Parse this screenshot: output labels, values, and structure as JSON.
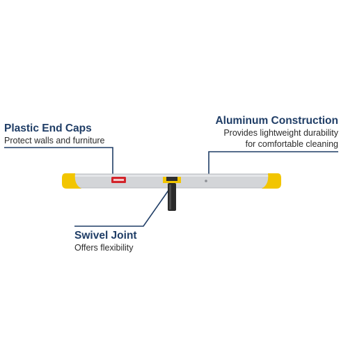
{
  "callouts": {
    "end_caps": {
      "title": "Plastic End Caps",
      "description": "Protect walls and furniture"
    },
    "aluminum": {
      "title": "Aluminum Construction",
      "description_line1": "Provides lightweight durability",
      "description_line2": "for comfortable cleaning"
    },
    "swivel": {
      "title": "Swivel Joint",
      "description": "Offers flexibility"
    }
  },
  "colors": {
    "frame": "#d3d5d8",
    "end_cap": "#f2c500",
    "brand_badge": "#d2232a",
    "leader_line": "#1f3d66",
    "title_text": "#1f3d66",
    "handle": "#2a2a2a"
  }
}
